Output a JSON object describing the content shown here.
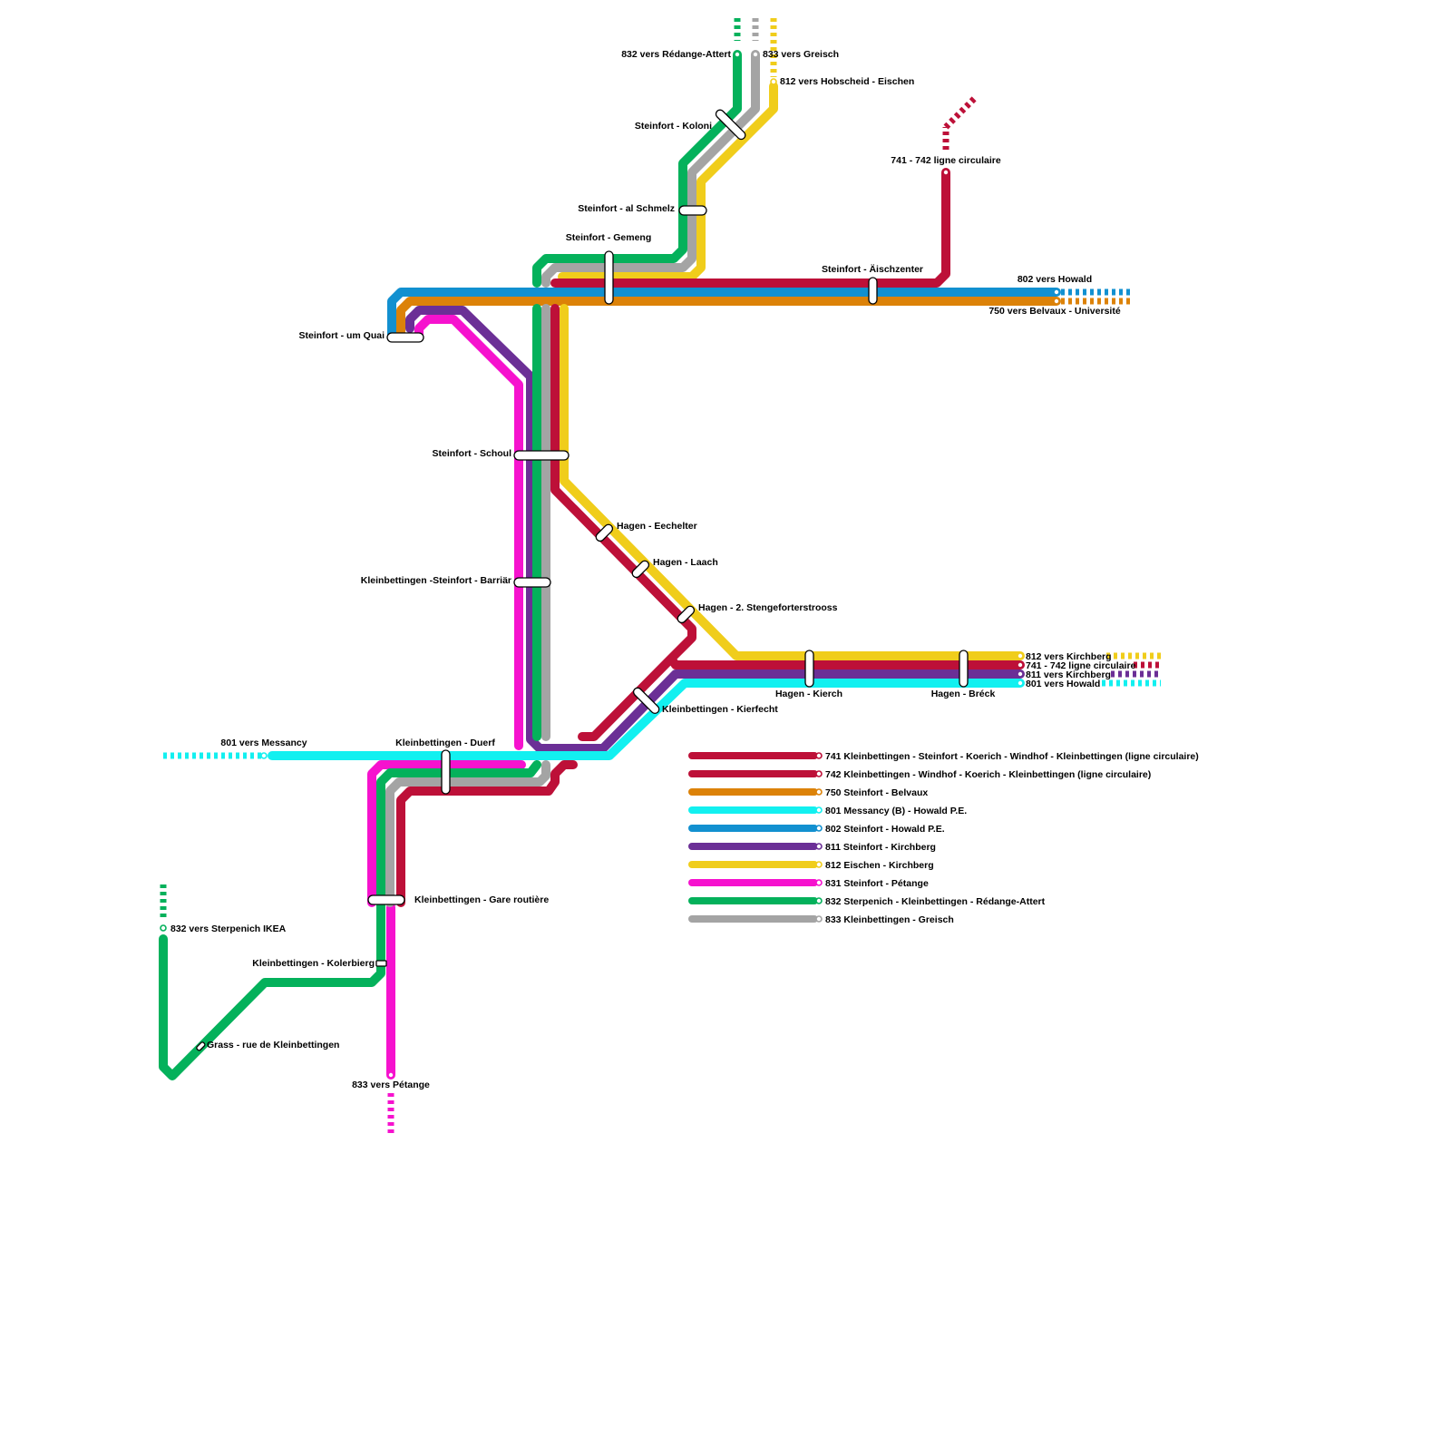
{
  "colors": {
    "741": "#bd1038",
    "742": "#bd1038",
    "750": "#dc8208",
    "801": "#12f0f0",
    "802": "#1290d0",
    "811": "#6b2f96",
    "812": "#f0cd1b",
    "831": "#f612ce",
    "832": "#04b15b",
    "833": "#a4a4a4"
  },
  "stations": {
    "koloni": "Steinfort - Koloni",
    "al_schmelz": "Steinfort - al Schmelz",
    "gemeng": "Steinfort - Gemeng",
    "aischzenter": "Steinfort - Äischzenter",
    "um_quai": "Steinfort - um Quai",
    "schoul": "Steinfort - Schoul",
    "barriar": "Kleinbettingen -Steinfort - Barriär",
    "eechelter": "Hagen - Eechelter",
    "laach": "Hagen - Laach",
    "stengefort": "Hagen - 2. Stengeforterstrooss",
    "kierch": "Hagen - Kierch",
    "breck": "Hagen - Bréck",
    "kierfecht": "Kleinbettingen - Kierfecht",
    "duerf": "Kleinbettingen - Duerf",
    "gare": "Kleinbettingen - Gare routière",
    "kolerbierg": "Kleinbettingen - Kolerbierg",
    "grass": "Grass - rue de Kleinbettingen"
  },
  "terminals": {
    "t832_redange": "832 vers Rédange-Attert",
    "t833_greisch": "833 vers Greisch",
    "t812_hobscheid": "812 vers Hobscheid - Eischen",
    "t741_circ_top": "741 - 742 ligne circulaire",
    "t802_howald": "802 vers Howald",
    "t750_belvaux": "750 vers Belvaux - Université",
    "t812_kirchberg": "812 vers Kirchberg",
    "t741_circ_right": "741 - 742 ligne circulaire",
    "t811_kirchberg": "811 vers Kirchberg",
    "t801_howald": "801 vers Howald",
    "t801_messancy": "801 vers Messancy",
    "t832_sterpenich": "832 vers Sterpenich  IKEA",
    "t833_petange": "833 vers Pétange"
  },
  "legend": [
    {
      "line": "741",
      "label": "741 Kleinbettingen - Steinfort - Koerich - Windhof - Kleinbettingen (ligne circulaire)"
    },
    {
      "line": "742",
      "label": "742 Kleinbettingen - Windhof - Koerich - Kleinbettingen (ligne circulaire)"
    },
    {
      "line": "750",
      "label": "750 Steinfort - Belvaux"
    },
    {
      "line": "801",
      "label": "801 Messancy (B) - Howald P.E."
    },
    {
      "line": "802",
      "label": "802 Steinfort - Howald P.E."
    },
    {
      "line": "811",
      "label": "811 Steinfort - Kirchberg"
    },
    {
      "line": "812",
      "label": "812 Eischen - Kirchberg"
    },
    {
      "line": "831",
      "label": "831 Steinfort - Pétange"
    },
    {
      "line": "832",
      "label": "832 Sterpenich - Kleinbettingen - Rédange-Attert"
    },
    {
      "line": "833",
      "label": "833 Kleinbettingen - Greisch"
    }
  ]
}
